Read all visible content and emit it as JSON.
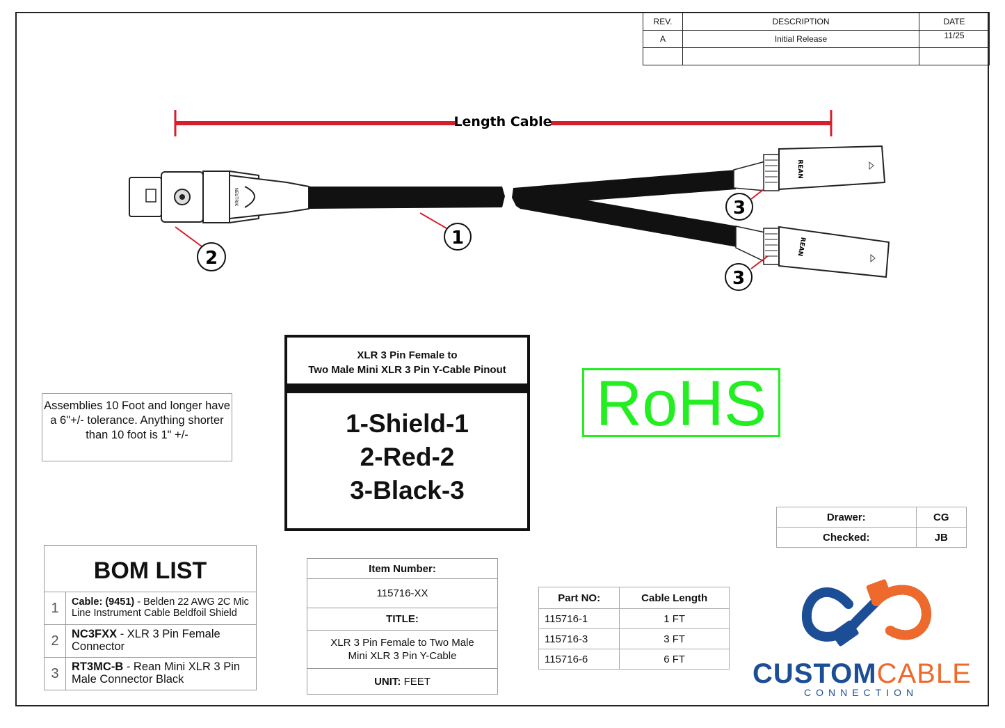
{
  "revision": {
    "headers": [
      "REV.",
      "DESCRIPTION",
      "DATE"
    ],
    "rows": [
      [
        "A",
        "Initial Release",
        "11/25"
      ]
    ]
  },
  "diagram": {
    "dimension_label": "Length Cable",
    "callouts": [
      "1",
      "2",
      "3",
      "3"
    ],
    "connector_brand": "REAN",
    "female_brand": "NEUTRIK"
  },
  "note": "Assemblies 10 Foot and longer have a 6\"+/- tolerance. Anything shorter than 10 foot is 1\" +/-",
  "pinout": {
    "title_line1": "XLR 3 Pin Female to",
    "title_line2": "Two Male Mini XLR 3 Pin Y-Cable Pinout",
    "lines": [
      "1-Shield-1",
      "2-Red-2",
      "3-Black-3"
    ]
  },
  "rohs": "RoHS",
  "signoff": {
    "drawer_label": "Drawer:",
    "drawer_value": "CG",
    "checked_label": "Checked:",
    "checked_value": "JB"
  },
  "bom": {
    "title": "BOM LIST",
    "items": [
      {
        "num": "1",
        "code": "Cable: (9451)",
        "desc": " - Belden 22 AWG 2C Mic Line Instrument Cable Beldfoil Shield"
      },
      {
        "num": "2",
        "code": "NC3FXX",
        "desc": " - XLR 3 Pin Female Connector"
      },
      {
        "num": "3",
        "code": "RT3MC-B",
        "desc": " - Rean Mini XLR 3 Pin Male Connector Black"
      }
    ]
  },
  "item_block": {
    "item_label": "Item Number:",
    "item_value": "115716-XX",
    "title_label": "TITLE:",
    "title_value": "XLR 3 Pin Female to Two Male Mini XLR 3 Pin Y-Cable",
    "unit_label": "UNIT:",
    "unit_value": " FEET"
  },
  "parts": {
    "headers": [
      "Part NO:",
      "Cable Length"
    ],
    "rows": [
      [
        "115716-1",
        "1 FT"
      ],
      [
        "115716-3",
        "3 FT"
      ],
      [
        "115716-6",
        "6 FT"
      ]
    ]
  },
  "logo": {
    "word1": "CUSTOM",
    "word2": "CABLE",
    "sub": "CONNECTION",
    "color_blue": "#1c4e96",
    "color_orange": "#ee6a2c"
  },
  "colors": {
    "dimension_line": "#d81e2c",
    "rohs": "#22ee22"
  }
}
